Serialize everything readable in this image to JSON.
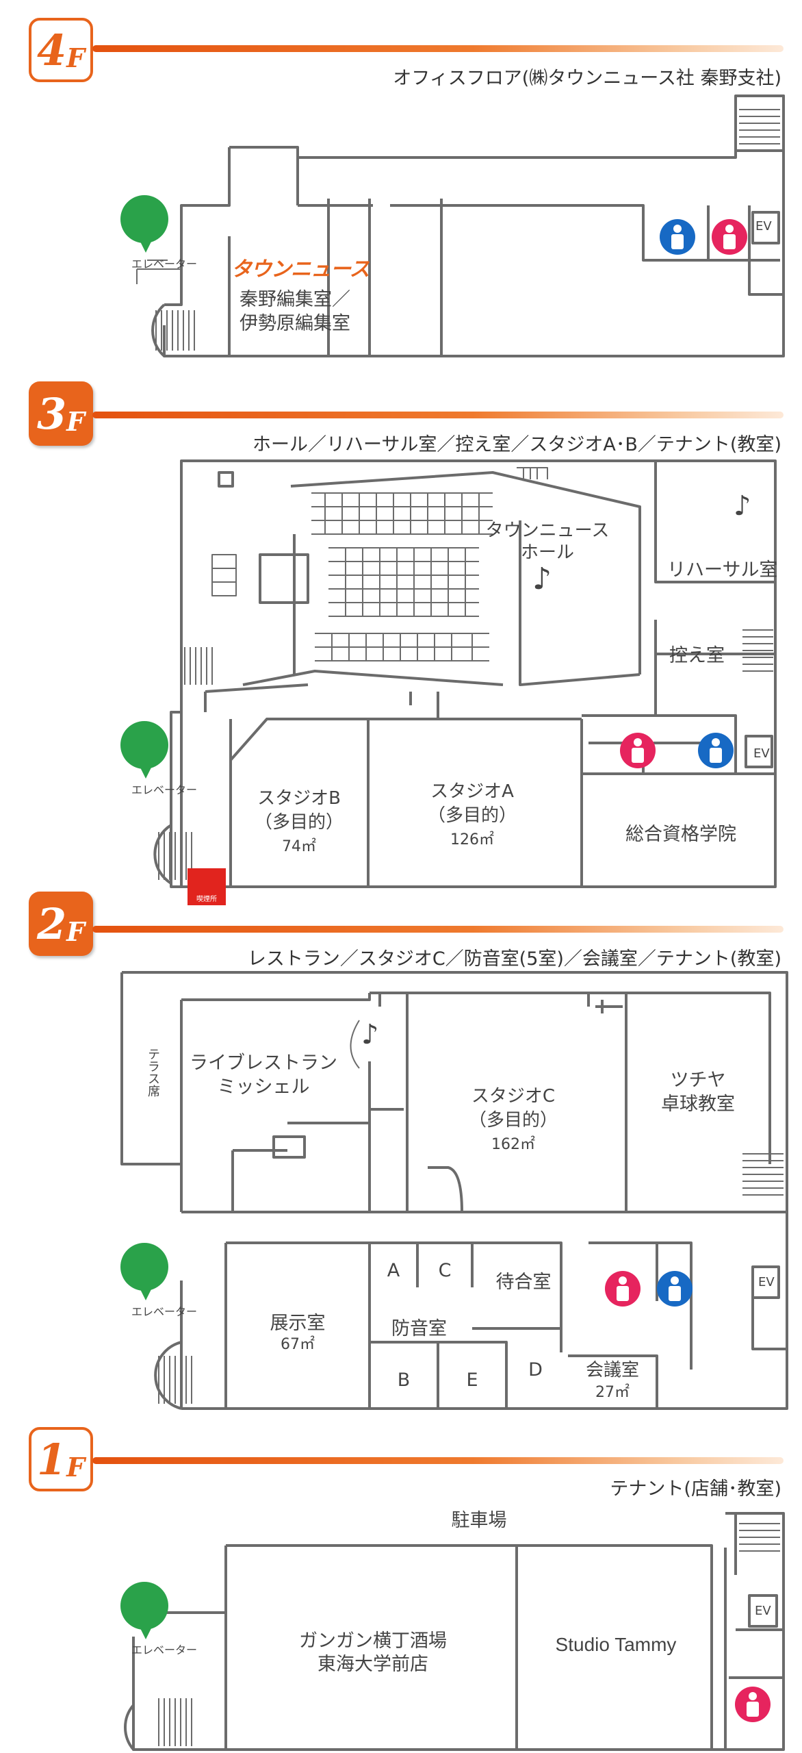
{
  "floors": {
    "f4": {
      "badge_main": "4",
      "badge_sub": "F",
      "subtitle": "オフィスフロア(㈱タウンニュース社 秦野支社)",
      "elevator_label": "エレベーター",
      "logo_text": "タウンニュース",
      "rooms": {
        "editorial_1": "秦野編集室／",
        "editorial_2": "伊勢原編集室",
        "ev": "EV"
      }
    },
    "f3": {
      "badge_main": "3",
      "badge_sub": "F",
      "subtitle": "ホール／リハーサル室／控え室／スタジオA･B／テナント(教室)",
      "elevator_label": "エレベーター",
      "rooms": {
        "hall_1": "タウンニュース",
        "hall_2": "ホール",
        "rehearsal": "リハーサル室",
        "waiting": "控え室",
        "ev": "EV",
        "studio_b_1": "スタジオB",
        "studio_b_2": "（多目的）",
        "studio_b_3": "74㎡",
        "studio_a_1": "スタジオA",
        "studio_a_2": "（多目的）",
        "studio_a_3": "126㎡",
        "school": "総合資格学院",
        "smoking": "喫煙所"
      }
    },
    "f2": {
      "badge_main": "2",
      "badge_sub": "F",
      "subtitle": "レストラン／スタジオC／防音室(5室)／会議室／テナント(教室)",
      "elevator_label": "エレベーター",
      "rooms": {
        "terrace": "テラス席",
        "restaurant_1": "ライブレストラン",
        "restaurant_2": "ミッシェル",
        "studio_c_1": "スタジオC",
        "studio_c_2": "（多目的）",
        "studio_c_3": "162㎡",
        "pingpong_1": "ツチヤ",
        "pingpong_2": "卓球教室",
        "exhibit_1": "展示室",
        "exhibit_2": "67㎡",
        "sound_a": "A",
        "sound_c": "C",
        "sound_label": "防音室",
        "sound_b": "B",
        "sound_e": "E",
        "sound_d": "D",
        "lounge": "待合室",
        "meeting_1": "会議室",
        "meeting_2": "27㎡",
        "ev": "EV"
      }
    },
    "f1": {
      "badge_main": "1",
      "badge_sub": "F",
      "subtitle": "テナント(店舗･教室)",
      "elevator_label": "エレベーター",
      "rooms": {
        "parking": "駐車場",
        "izakaya_1": "ガンガン横丁酒場",
        "izakaya_2": "東海大学前店",
        "studio_tammy": "Studio Tammy",
        "ev": "EV"
      }
    }
  },
  "icons": {
    "elevator": "elevator-icon",
    "male_restroom": "male-restroom-icon",
    "female_restroom": "female-restroom-icon",
    "smoking_area": "smoking-area-icon",
    "piano": "piano-icon"
  },
  "colors": {
    "accent": "#e8641c",
    "elevator": "#2aa24a",
    "male": "#1769c4",
    "female": "#e6245e",
    "smoking": "#e1241e",
    "wall": "#6b6b6b"
  }
}
